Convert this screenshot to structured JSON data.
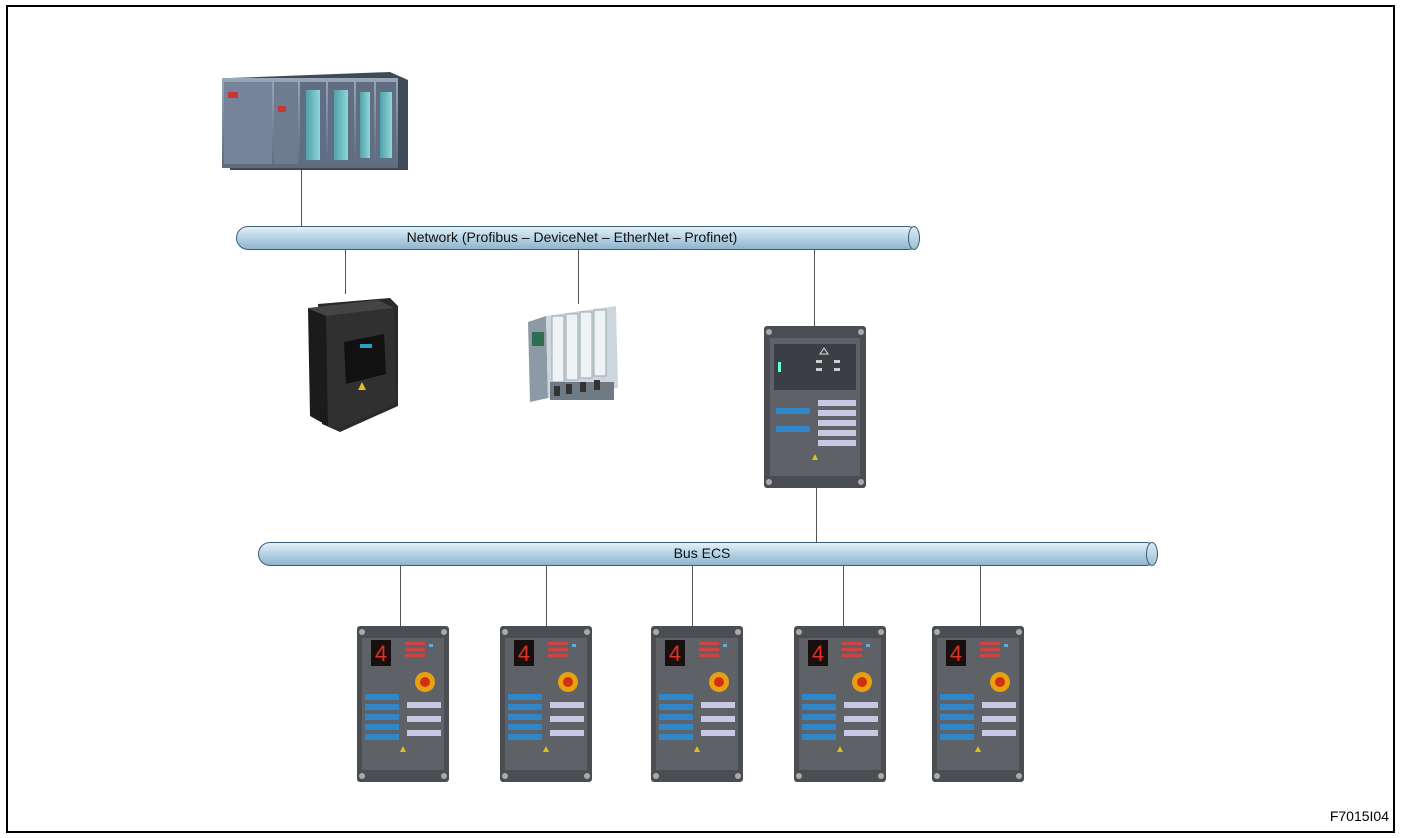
{
  "network_label": "Network (Profibus – DeviceNet – EtherNet – Profinet)",
  "bus_label": "Bus ECS",
  "figure_id": "F7015I04",
  "station_digit": "4",
  "colors": {
    "pipe_fill": "#b9d5e6",
    "pipe_stroke": "#3a5e78",
    "panel_gray": "#5e6266",
    "panel_blue": "#2f86c8",
    "stop_button": "#e8a010",
    "display_red": "#e03020"
  }
}
